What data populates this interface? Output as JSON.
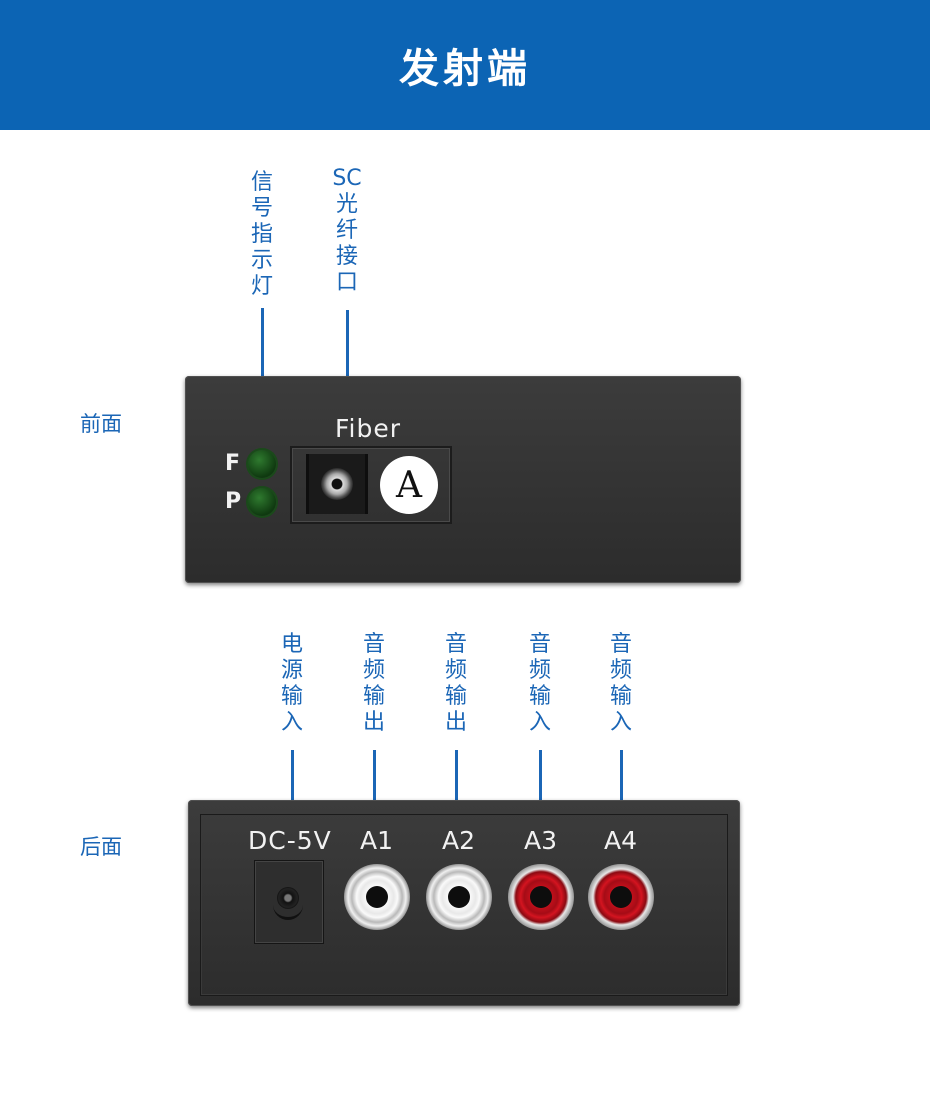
{
  "banner": {
    "title": "发射端"
  },
  "views": {
    "front_label": "前面",
    "rear_label": "后面"
  },
  "callouts": {
    "led": "信号指示灯",
    "sc": "SC光纤接口",
    "power": "电源输入",
    "a1": "音频输出",
    "a2": "音频输出",
    "a3": "音频输入",
    "a4": "音频输入"
  },
  "front_panel": {
    "led_f": "F",
    "led_p": "P",
    "fiber_label": "Fiber",
    "port_badge": "A"
  },
  "rear_panel": {
    "dc_label": "DC-5V",
    "ports": [
      "A1",
      "A2",
      "A3",
      "A4"
    ]
  },
  "colors": {
    "banner_blue": "#0c64b4",
    "label_blue": "#1b66b6",
    "device_body": "#333333",
    "rca_white": "#f0f0f0",
    "rca_red": "#c8101c",
    "led_green": "#2f7a2f"
  }
}
